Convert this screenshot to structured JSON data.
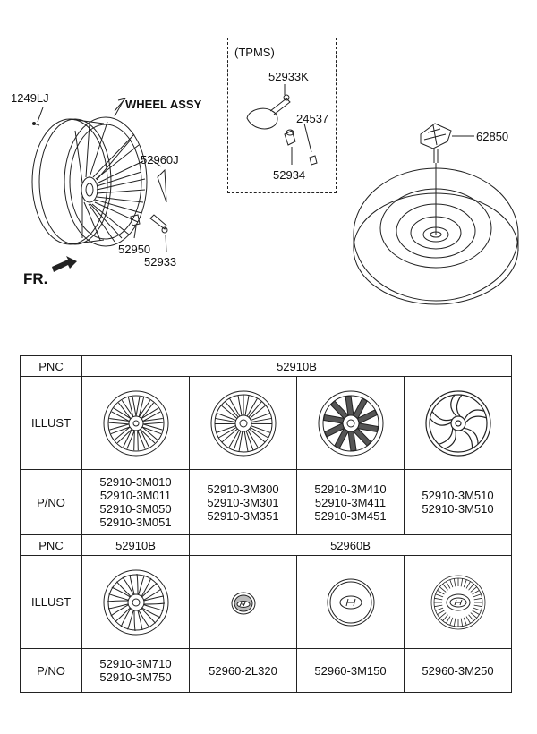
{
  "diagram": {
    "labels": {
      "bolt": "1249LJ",
      "wheel_assy": "WHEEL ASSY",
      "tpms_title": "(TPMS)",
      "tpms_sensor": "52933K",
      "tpms_nut": "24537",
      "tpms_valve": "52934",
      "weight": "52960J",
      "lug_nut": "52950",
      "valve": "52933",
      "spare_clamp": "62850",
      "front": "FR."
    }
  },
  "table": {
    "section1": {
      "pnc_header": "PNC",
      "pnc_value": "52910B",
      "illust_header": "ILLUST",
      "pno_header": "P/NO",
      "columns": [
        {
          "icon": "wheel-15-spoke-icon",
          "part_numbers": [
            "52910-3M010",
            "52910-3M011",
            "52910-3M050",
            "52910-3M051"
          ]
        },
        {
          "icon": "wheel-multi-spoke-icon",
          "part_numbers": [
            "52910-3M300",
            "52910-3M301",
            "52910-3M351"
          ]
        },
        {
          "icon": "wheel-chrome-spoke-icon",
          "part_numbers": [
            "52910-3M410",
            "52910-3M411",
            "52910-3M451"
          ]
        },
        {
          "icon": "wheel-twist-spoke-icon",
          "part_numbers": [
            "52910-3M510",
            "52910-3M510"
          ]
        }
      ]
    },
    "section2": {
      "pnc_header": "PNC",
      "pnc_value_a": "52910B",
      "pnc_value_b": "52960B",
      "illust_header": "ILLUST",
      "pno_header": "P/NO",
      "columns": [
        {
          "icon": "wheel-12-spoke-icon",
          "part_numbers": [
            "52910-3M710",
            "52910-3M750"
          ]
        },
        {
          "icon": "center-cap-small-icon",
          "part_numbers": [
            "52960-2L320"
          ]
        },
        {
          "icon": "center-cap-plain-icon",
          "part_numbers": [
            "52960-3M150"
          ]
        },
        {
          "icon": "center-cap-ribbed-icon",
          "part_numbers": [
            "52960-3M250"
          ]
        }
      ]
    }
  }
}
